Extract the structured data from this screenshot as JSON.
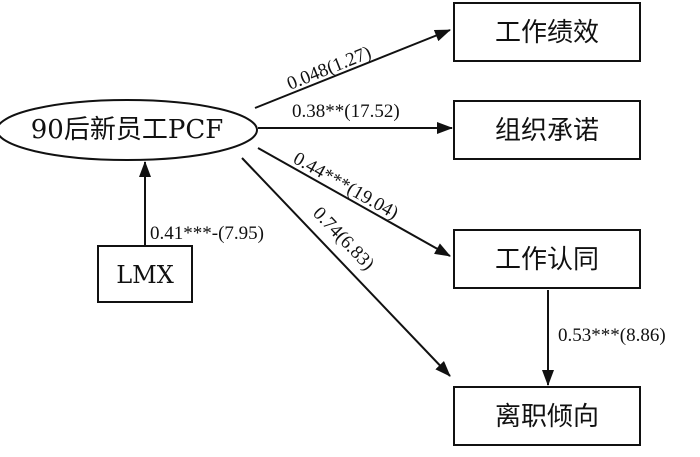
{
  "nodes": {
    "source": "90后新员工PCF",
    "lmx": "LMX",
    "performance": "工作绩效",
    "commitment": "组织承诺",
    "identification": "工作认同",
    "turnover": "离职倾向"
  },
  "edges": {
    "to_performance": "0.048(1.27)",
    "to_commitment": "0.38**(17.52)",
    "to_identification": "0.44***(19.04)",
    "to_turnover": "0.74(6.83)",
    "lmx_to_source": "0.41***-(7.95)",
    "identification_to_turnover": "0.53***(8.86)"
  }
}
